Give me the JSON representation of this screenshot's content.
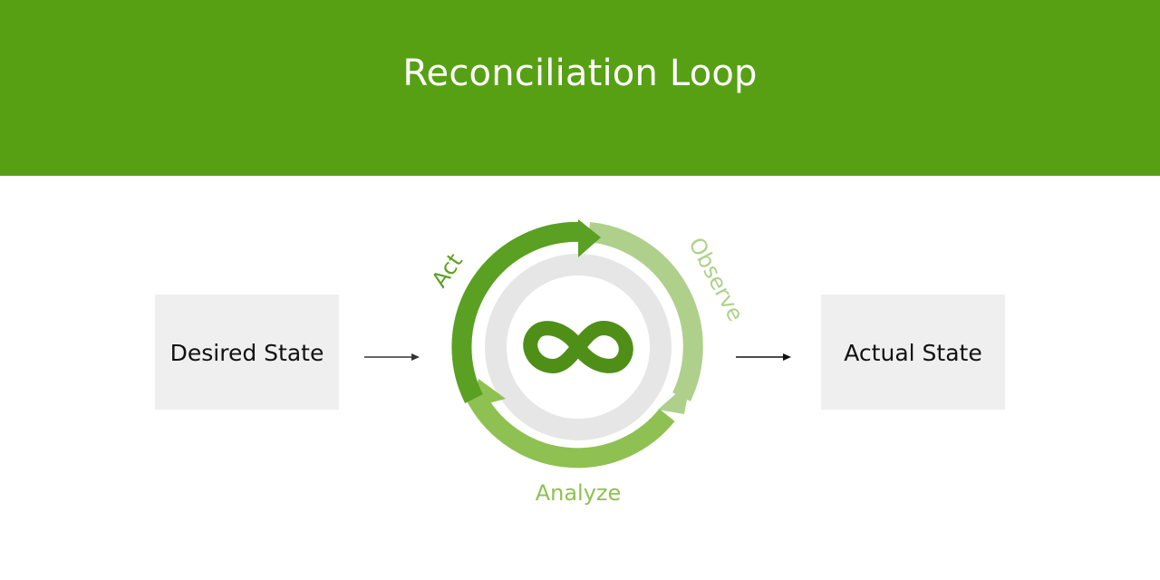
{
  "title": "Reconciliation Loop",
  "desired_state_label": "Desired State",
  "actual_state_label": "Actual State",
  "cycle": {
    "act_label": "Act",
    "observe_label": "Observe",
    "analyze_label": "Analyze"
  },
  "colors": {
    "header_bg": "#57a014",
    "act_arc": "#5aa022",
    "observe_arc": "#aed08b",
    "analyze_arc": "#8fc152",
    "inner_ring": "#e6e6e6",
    "infinity_icon": "#4f8f17",
    "box_bg": "#efefef"
  },
  "icons": {
    "center": "infinity-icon"
  }
}
